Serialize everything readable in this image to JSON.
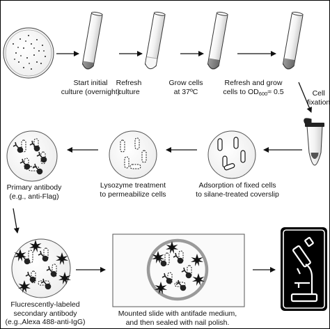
{
  "steps": {
    "start": [
      "Start initial",
      "culture (overnight)"
    ],
    "refresh": [
      "Refresh",
      "culture"
    ],
    "grow": [
      "Grow cells",
      "at 37ºC"
    ],
    "refresh_grow": {
      "line1": "Refresh and grow",
      "line2_prefix": "cells to OD",
      "line2_sub": "600",
      "line2_suffix": "≈ 0.5"
    },
    "fixation": [
      "Cell",
      "fixation"
    ],
    "adsorption": [
      "Adsorption of fixed cells",
      "to silane-treated coverslip"
    ],
    "lysozyme": [
      "Lysozyme treatment",
      "to permeabilize cells"
    ],
    "primary": [
      "Primary antibody",
      "(e.g., anti-Flag)"
    ],
    "secondary": [
      "Flucrescently-labeled",
      "secondary antibody",
      "(e.g.,Alexa 488-anti-IgG)"
    ],
    "mounted": [
      "Mounted slide with antifade medium,",
      "and then sealed with nail polish."
    ]
  }
}
